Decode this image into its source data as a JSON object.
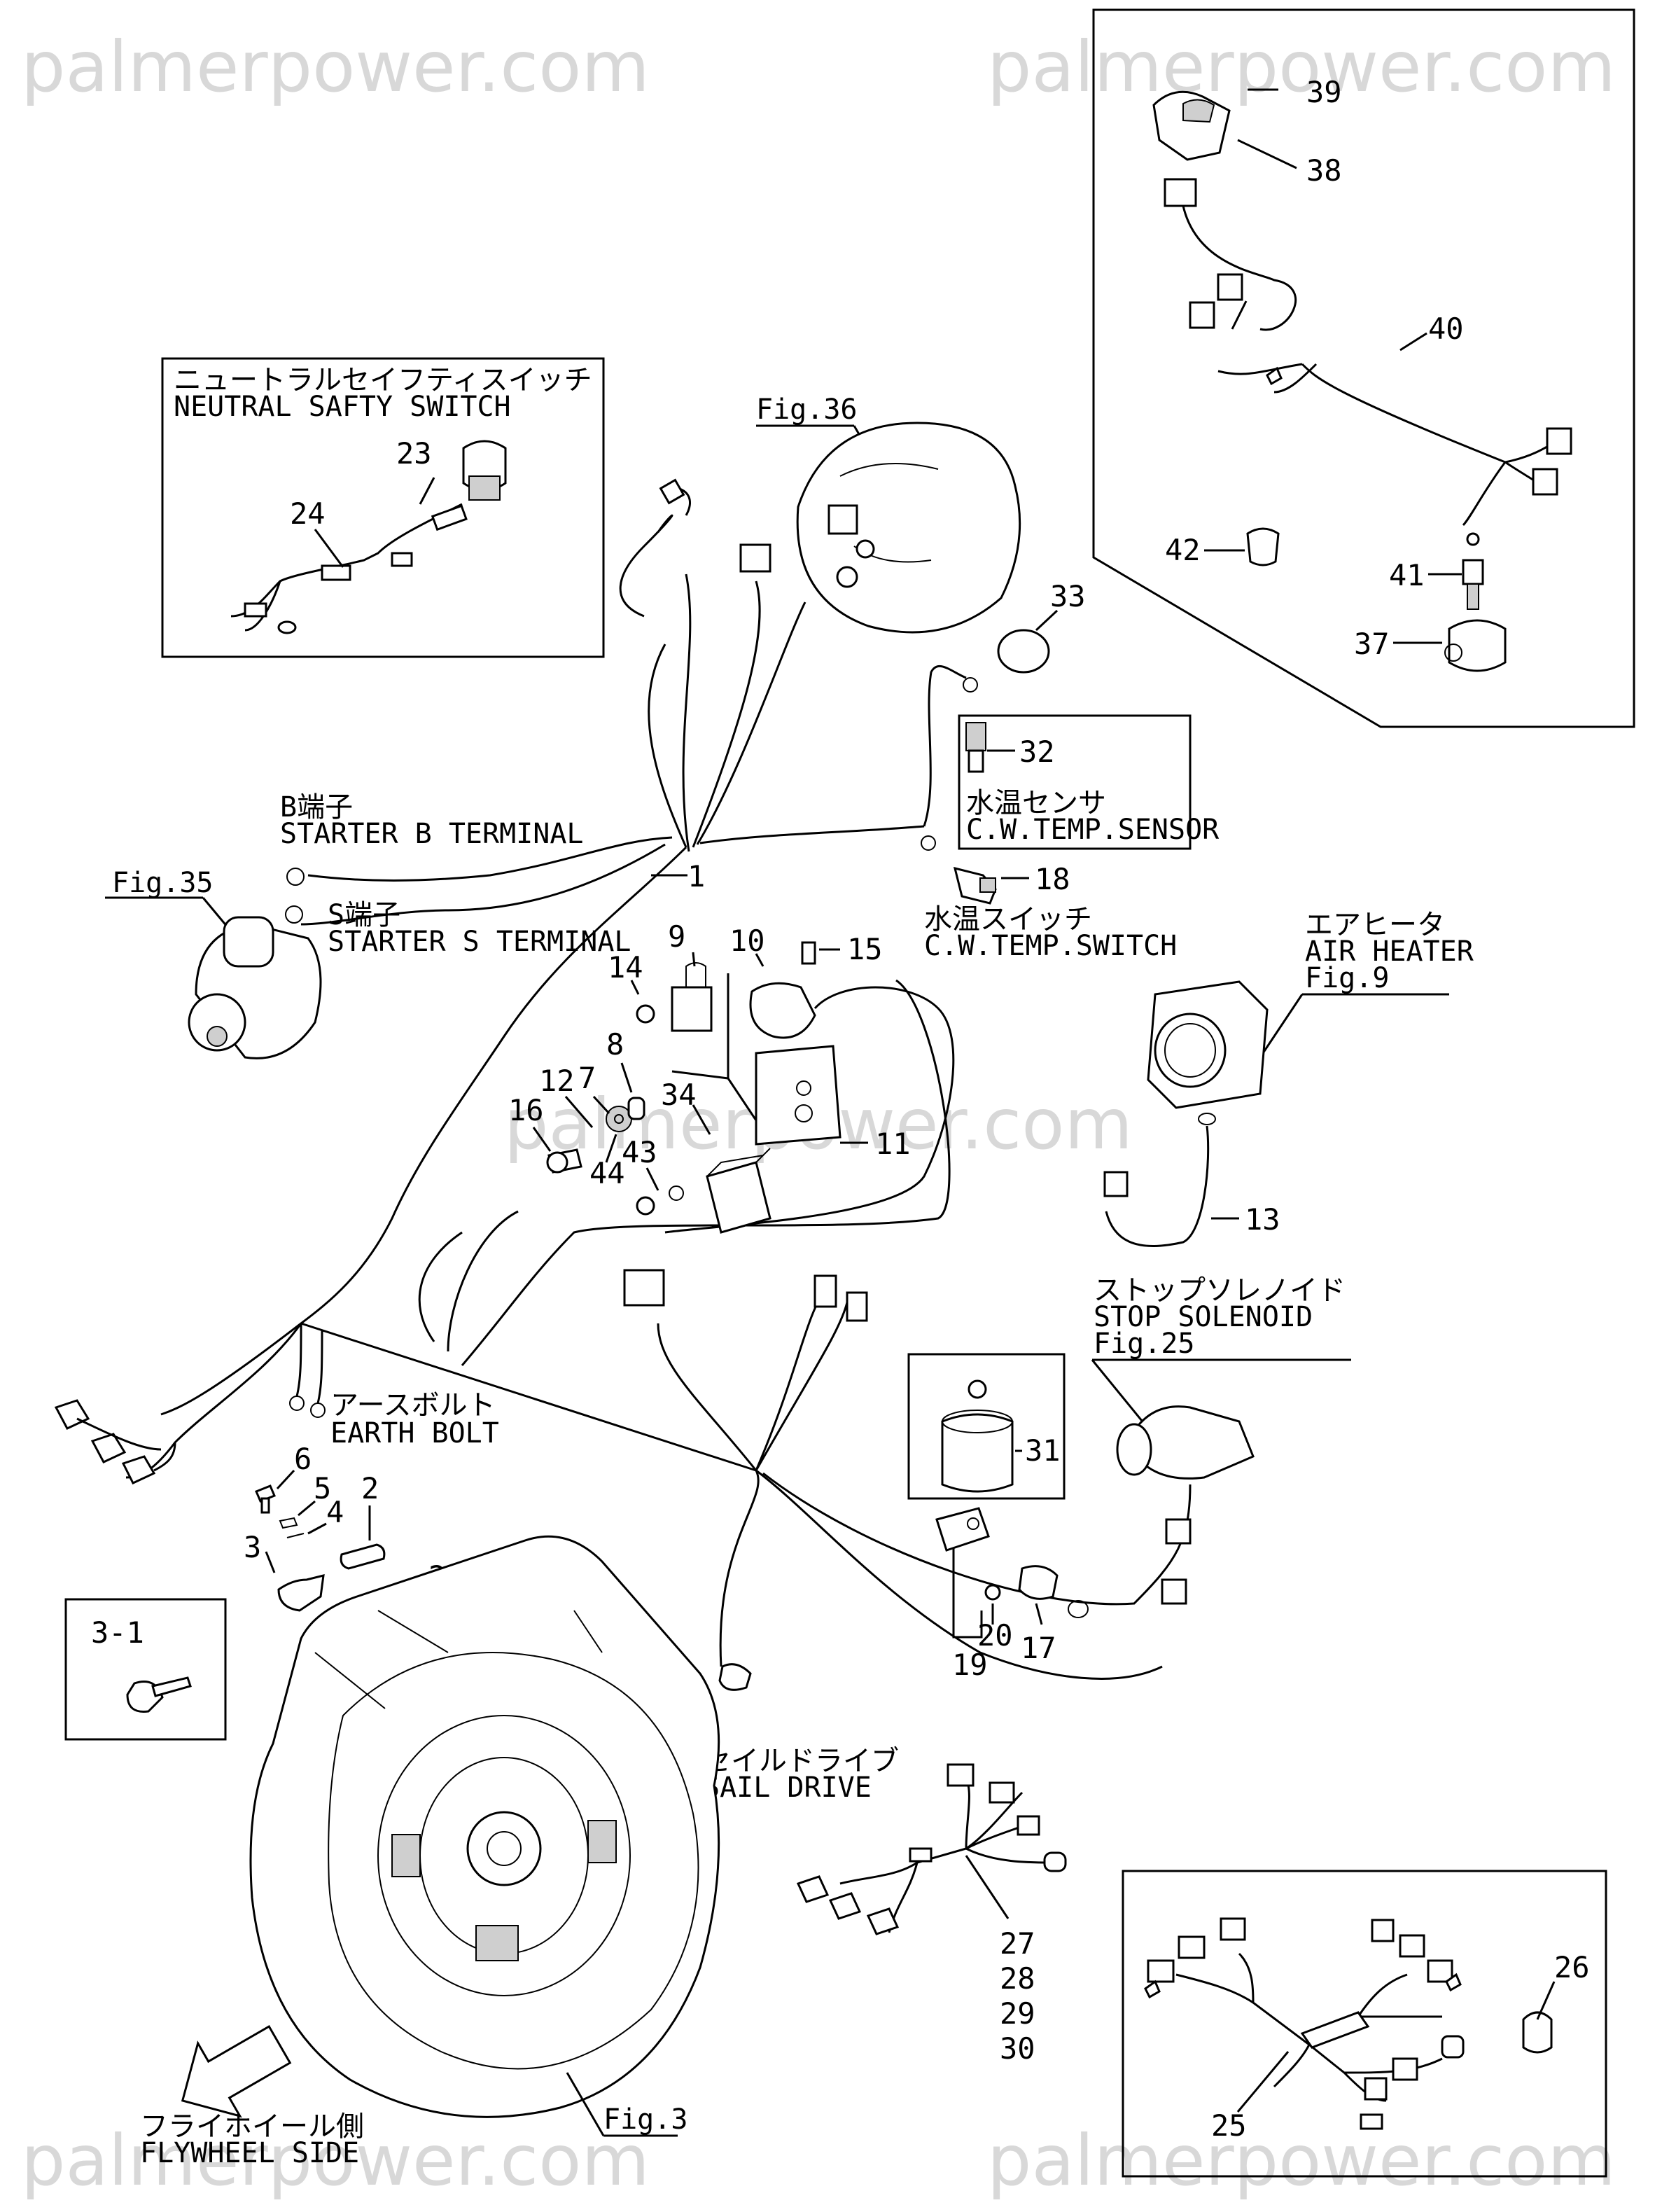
{
  "watermarks": [
    "palmerpower.com",
    "palmerpower.com",
    "palmerpower.com",
    "palmerpower.com",
    "palmerpower.com"
  ],
  "labels": {
    "neutral_jp": "ニュートラルセイフティスイッチ",
    "neutral_en": "NEUTRAL SAFTY SWITCH",
    "fig36": "Fig.36",
    "fig35": "Fig.35",
    "b_jp": "B端子",
    "b_en": "STARTER B TERMINAL",
    "s_jp": "S端子",
    "s_en": "STARTER S TERMINAL",
    "cw_sensor_jp": "水温センサ",
    "cw_sensor_en": "C.W.TEMP.SENSOR",
    "cw_switch_jp": "水温スイッチ",
    "cw_switch_en": "C.W.TEMP.SWITCH",
    "air_jp": "エアヒータ",
    "air_en": "AIR HEATER",
    "fig9": "Fig.9",
    "stop_jp": "ストップソレノイド",
    "stop_en": "STOP SOLENOID",
    "fig25": "Fig.25",
    "earth_jp": "アースボルト",
    "earth_en": "EARTH BOLT",
    "sail_jp": "セイルドライブ",
    "sail_en": "SAIL DRIVE",
    "fly_jp": "フライホイール側",
    "fly_en": "FLYWHEEL SIDE",
    "fig3": "Fig.3"
  },
  "callouts": {
    "n1": "1",
    "n2": "2",
    "n3": "3",
    "n3_1": "3-1",
    "n4": "4",
    "n5": "5",
    "n6": "6",
    "n7": "7",
    "n8": "8",
    "n9": "9",
    "n10": "10",
    "n11": "11",
    "n12": "12",
    "n13": "13",
    "n14": "14",
    "n15": "15",
    "n16": "16",
    "n17": "17",
    "n18": "18",
    "n19": "19",
    "n20": "20",
    "n22": "22",
    "n23": "23",
    "n24": "24",
    "n25": "25",
    "n26": "26",
    "n27": "27",
    "n28": "28",
    "n29": "29",
    "n30": "30",
    "n31": "31",
    "n32": "32",
    "n33": "33",
    "n34": "34",
    "n37": "37",
    "n38": "38",
    "n39": "39",
    "n40": "40",
    "n41": "41",
    "n42": "42",
    "n43": "43",
    "n44": "44"
  }
}
